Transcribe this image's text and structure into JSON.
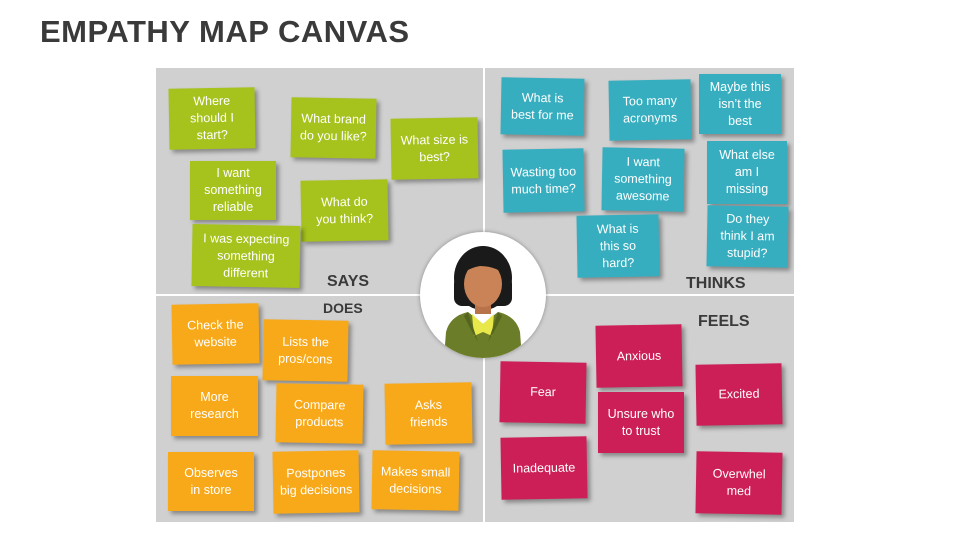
{
  "title": "EMPATHY MAP CANVAS",
  "quadrants": {
    "says": {
      "label": "SAYS",
      "notes": [
        "Where\nshould I\nstart?",
        "What brand\ndo you like?",
        "What size is\nbest?",
        "I want\nsomething\nreliable",
        "What do\nyou think?",
        "I was expecting\nsomething\ndifferent"
      ]
    },
    "thinks": {
      "label": "THINKS",
      "notes": [
        "What is\nbest for me",
        "Too many\nacronyms",
        "Maybe this\nisn’t the\nbest",
        "Wasting too\nmuch time?",
        "I want\nsomething\nawesome",
        "What else\nam I\nmissing",
        "What is\nthis so\nhard?",
        "Do they\nthink I am\nstupid?"
      ]
    },
    "does": {
      "label": "DOES",
      "notes": [
        "Check the\nwebsite",
        "Lists the\npros/cons",
        "More\nresearch",
        "Compare\nproducts",
        "Asks\nfriends",
        "Observes\nin store",
        "Postpones\nbig decisions",
        "Makes  small\ndecisions"
      ]
    },
    "feels": {
      "label": "FEELS",
      "notes": [
        "Anxious",
        "Fear",
        "Excited",
        "Unsure who\nto trust",
        "Inadequate",
        "Overwhel\nmed"
      ]
    }
  },
  "colors": {
    "says": "#a6c21d",
    "thinks": "#37aebf",
    "does": "#f8a91a",
    "feels": "#cc1f57",
    "canvas": "#d0d0d0"
  },
  "icons": {
    "center": "user-persona-icon"
  }
}
